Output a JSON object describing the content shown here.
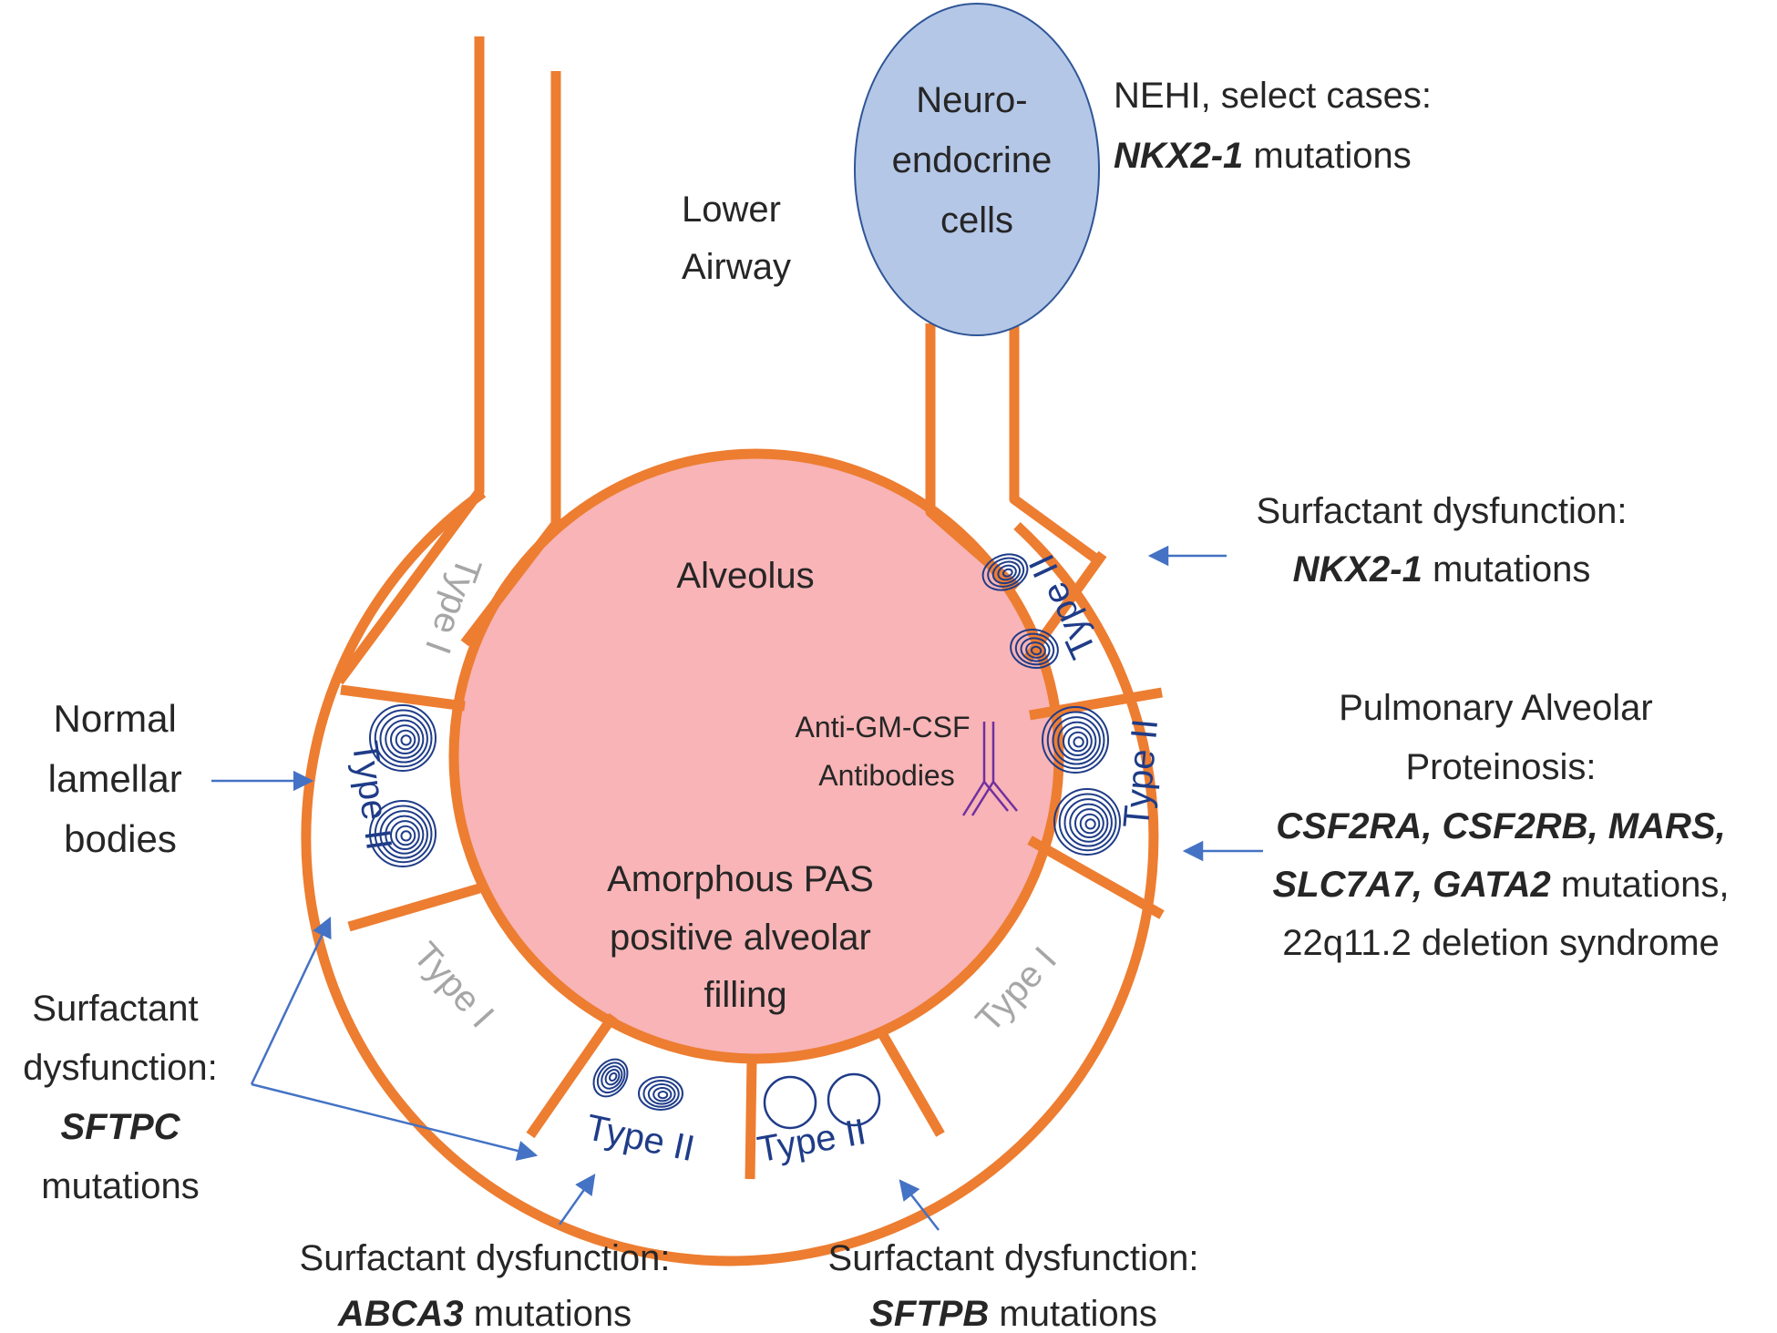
{
  "colors": {
    "wall": "#ed7d31",
    "alveolus_fill": "#f8b4b6",
    "neuro_fill": "#b4c7e7",
    "neuro_stroke": "#2f5597",
    "type2_text": "#1f3c88",
    "type1_text": "#a6a6a6",
    "arrow": "#4472c4",
    "antibody": "#7030a0",
    "text": "#262626"
  },
  "labels": {
    "neuro": [
      "Neuro-",
      "endocrine",
      "cells"
    ],
    "lower_airway": [
      "Lower",
      "Airway"
    ],
    "nehi_line1": "NEHI, select cases:",
    "nehi_gene": "NKX2-1",
    "nehi_suffix": " mutations",
    "alveolus": "Alveolus",
    "anti_gm": [
      "Anti-GM-CSF",
      "Antibodies"
    ],
    "pas": [
      "Amorphous PAS",
      "positive alveolar",
      "filling"
    ],
    "normal_lamellar": [
      "Normal",
      "lamellar",
      "bodies"
    ],
    "sd_nkx_line1": "Surfactant dysfunction:",
    "sd_nkx_gene": "NKX2-1",
    "sd_nkx_suffix": " mutations",
    "pap": [
      "Pulmonary Alveolar",
      "Proteinosis:"
    ],
    "pap_genes_1": "CSF2RA, CSF2RB, MARS,",
    "pap_genes_2": "SLC7A7, GATA2",
    "pap_genes_2_suffix": " mutations,",
    "pap_deletion": "22q11.2 deletion syndrome",
    "sd_sftpc": [
      "Surfactant",
      "dysfunction:"
    ],
    "sd_sftpc_gene": "SFTPC",
    "sd_sftpc_suffix": "mutations",
    "sd_abca3_line1": "Surfactant dysfunction:",
    "sd_abca3_gene": "ABCA3",
    "sd_abca3_suffix": " mutations",
    "sd_sftpb_line1": "Surfactant dysfunction:",
    "sd_sftpb_gene": "SFTPB",
    "sd_sftpb_suffix": " mutations"
  },
  "cells": {
    "type1": "Type I",
    "type2": "Type II"
  }
}
